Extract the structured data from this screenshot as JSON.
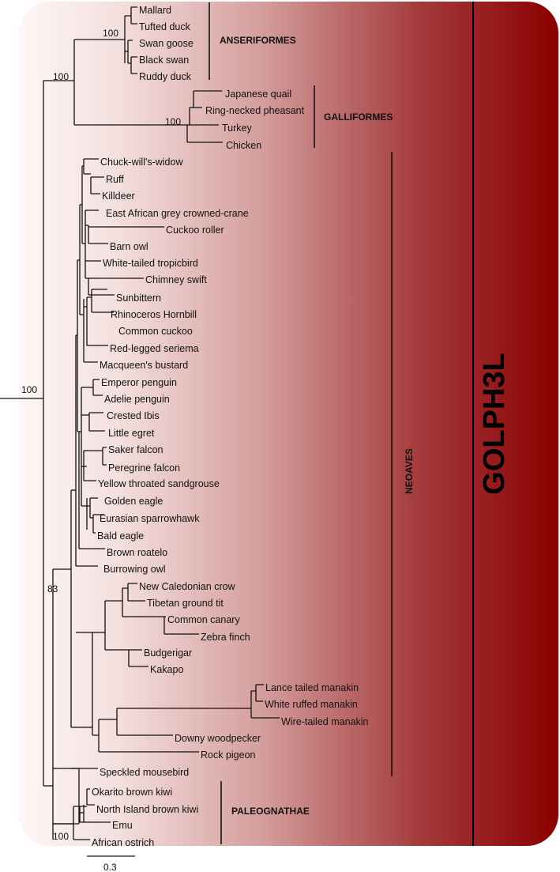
{
  "title": "GOLPH3L",
  "colors": {
    "gradient_start": "#fdf7f6",
    "gradient_end": "#8b0000",
    "line": "#111111"
  },
  "scale_bar": {
    "label": "0.3"
  },
  "clades": {
    "anseriformes": "ANSERIFORMES",
    "galliformes": "GALLIFORMES",
    "neoaves": "NEOAVES",
    "paleognathae": "PALEOGNATHAE"
  },
  "support": {
    "root": "100",
    "galloanserae": "100",
    "anseriformes": "100",
    "galliformes": "100",
    "neognath_rest": "83",
    "paleognathae": "100"
  },
  "leaves": [
    "Mallard",
    "Tufted duck",
    "Swan goose",
    "Black swan",
    "Ruddy duck",
    "Japanese quail",
    "Ring-necked pheasant",
    "Turkey",
    "Chicken",
    "Chuck-will's-widow",
    "Ruff",
    "Killdeer",
    "East African grey crowned-crane",
    "Cuckoo roller",
    "Barn owl",
    "White-tailed tropicbird",
    "Chimney swift",
    "Sunbittern",
    "Rhinoceros Hornbill",
    "Common cuckoo",
    "Red-legged seriema",
    "Macqueen's bustard",
    "Emperor penguin",
    "Adelie penguin",
    "Crested Ibis",
    "Little egret",
    "Saker falcon",
    "Peregrine falcon",
    "Yellow throated sandgrouse",
    "Golden eagle",
    "Eurasian sparrowhawk",
    "Bald eagle",
    "Brown roatelo",
    "Burrowing owl",
    "New Caledonian crow",
    "Tibetan ground tit",
    "Common canary",
    "Zebra finch",
    "Budgerigar",
    "Kakapo",
    "Lance tailed manakin",
    "White ruffed manakin",
    "Wire-tailed manakin",
    "Downy woodpecker",
    "Rock pigeon",
    "Speckled mousebird",
    "Okarito brown kiwi",
    "North Island brown kiwi",
    "Emu",
    "African ostrich"
  ]
}
